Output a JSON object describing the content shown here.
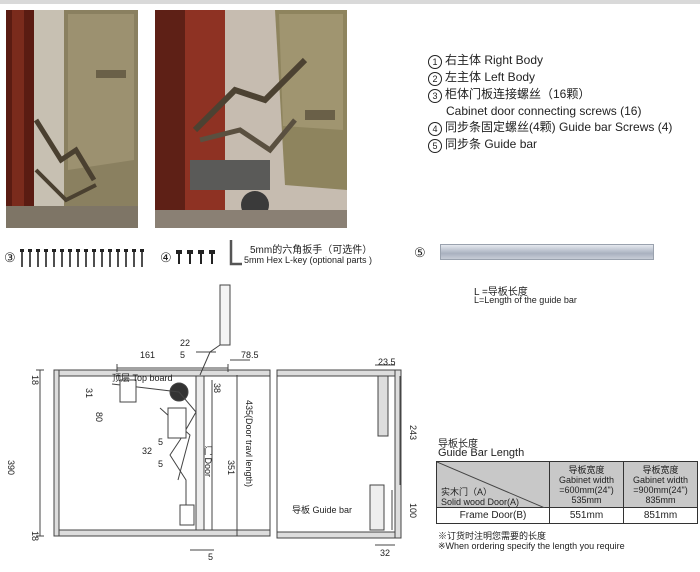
{
  "legend": {
    "item1": "右主体 Right Body",
    "item2": "左主体 Left Body",
    "item3_line1": "柜体门板连接螺丝（16颗）",
    "item3_line2": "Cabinet door connecting screws (16)",
    "item4": "同步条固定螺丝(4颗) Guide bar Screws (4)",
    "item5": "同步条 Guide bar",
    "n1": "①",
    "n2": "②",
    "n3": "③",
    "n4": "④",
    "n5": "⑤"
  },
  "parts": {
    "num3": "③",
    "num4": "④",
    "num5": "⑤",
    "hex_cn": "5mm的六角扳手（可选件）",
    "hex_en": "5mm Hex L-key (optional parts )",
    "guide_cn": "L =导板长度",
    "guide_en": "L=Length of the guide bar"
  },
  "diagram": {
    "top_board": "顶层 Top board",
    "door": "门 Door",
    "door_travel": "435(Door travl length)",
    "guide_bar": "导板 Guide bar",
    "dims": {
      "d22": "22",
      "d161": "161",
      "d5a": "5",
      "d785": "78.5",
      "d18a": "18",
      "d31": "31",
      "d38": "38",
      "d80": "80",
      "d5b": "5",
      "d32a": "32",
      "d5c": "5",
      "d351": "351",
      "d390": "390",
      "d18b": "18",
      "d5d": "5",
      "d235": "23.5",
      "d243": "243",
      "d100": "100",
      "d32b": "32"
    }
  },
  "table": {
    "title_cn": "导板长度",
    "title_en": "Guide Bar Length",
    "corner_top": "实木门（A）",
    "corner_bottom": "Solid wood Door(A)",
    "col1": [
      "导板宽度",
      "Gabinet width",
      "=600mm(24\")",
      "535mm"
    ],
    "col2": [
      "导板宽度",
      "Gabinet width",
      "=900mm(24\")",
      "835mm"
    ],
    "row_label": "Frame Door(B)",
    "row_v1": "551mm",
    "row_v2": "851mm",
    "note_cn": "※订货时注明您需要的长度",
    "note_en": "※When ordering specify the length you require"
  }
}
